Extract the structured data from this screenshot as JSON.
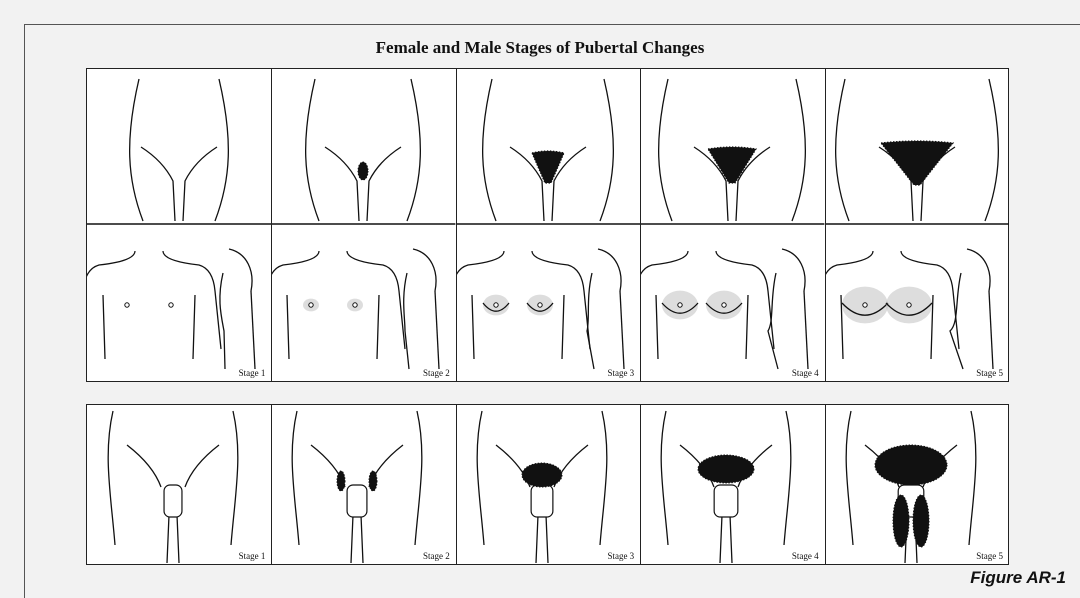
{
  "title": "Female and Male Stages of Pubertal Changes",
  "figure_label": "Figure AR-1",
  "female": {
    "stages": [
      {
        "label": "Stage 1",
        "pubic_level": 1,
        "breast_level": 1
      },
      {
        "label": "Stage 2",
        "pubic_level": 2,
        "breast_level": 2
      },
      {
        "label": "Stage 3",
        "pubic_level": 3,
        "breast_level": 3
      },
      {
        "label": "Stage 4",
        "pubic_level": 4,
        "breast_level": 4
      },
      {
        "label": "Stage 5",
        "pubic_level": 5,
        "breast_level": 5
      }
    ]
  },
  "male": {
    "stages": [
      {
        "label": "Stage 1",
        "pubic_level": 1
      },
      {
        "label": "Stage 2",
        "pubic_level": 2
      },
      {
        "label": "Stage 3",
        "pubic_level": 3
      },
      {
        "label": "Stage 4",
        "pubic_level": 4
      },
      {
        "label": "Stage 5",
        "pubic_level": 5
      }
    ]
  },
  "colors": {
    "line": "#111111",
    "hair": "#111111",
    "shade": "#bbbbbb",
    "background": "#f2f2f2"
  }
}
